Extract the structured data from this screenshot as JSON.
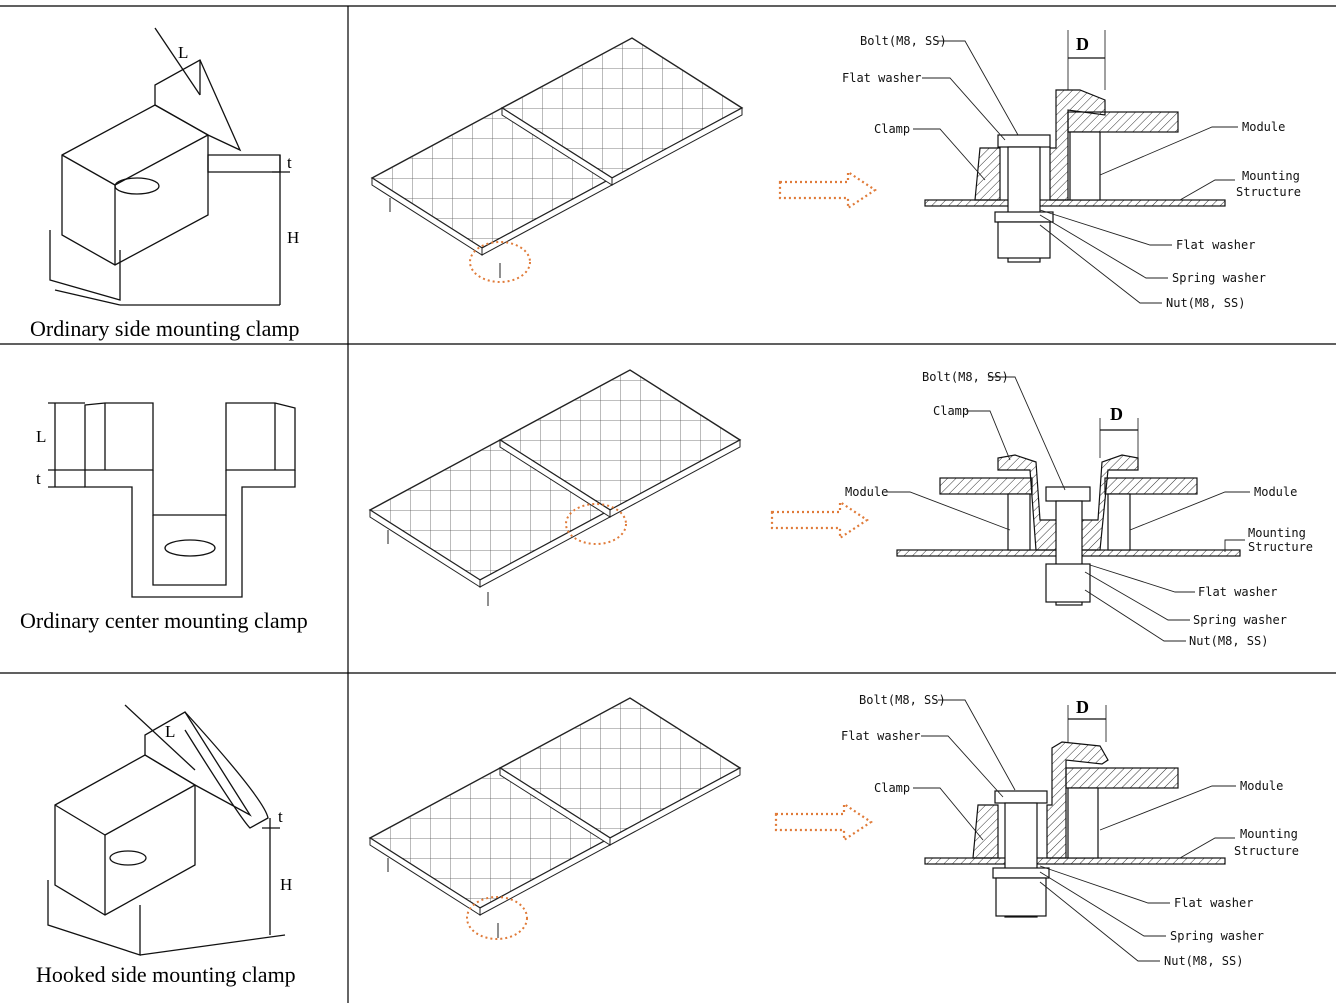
{
  "rows": [
    {
      "caption": "Ordinary side mounting clamp",
      "dims": {
        "L": "L",
        "t": "t",
        "H": "H",
        "D": "D"
      },
      "labels": {
        "bolt": "Bolt(M8, SS)",
        "flat_washer_top": "Flat washer",
        "clamp": "Clamp",
        "module": "Module",
        "mounting_1": "Mounting",
        "mounting_2": "Structure",
        "flat_washer": "Flat washer",
        "spring_washer": "Spring washer",
        "nut": "Nut(M8, SS)"
      }
    },
    {
      "caption": "Ordinary center mounting clamp",
      "dims": {
        "L": "L",
        "t": "t",
        "D": "D"
      },
      "labels": {
        "bolt": "Bolt(M8, SS)",
        "clamp": "Clamp",
        "module_left": "Module",
        "module_right": "Module",
        "mounting_1": "Mounting",
        "mounting_2": "Structure",
        "flat_washer": "Flat washer",
        "spring_washer": "Spring washer",
        "nut": "Nut(M8, SS)"
      }
    },
    {
      "caption": "Hooked side mounting clamp",
      "dims": {
        "L": "L",
        "t": "t",
        "H": "H",
        "D": "D"
      },
      "labels": {
        "bolt": "Bolt(M8, SS)",
        "flat_washer_top": "Flat washer",
        "clamp": "Clamp",
        "module": "Module",
        "mounting_1": "Mounting",
        "mounting_2": "Structure",
        "flat_washer": "Flat washer",
        "spring_washer": "Spring washer",
        "nut": "Nut(M8, SS)"
      }
    }
  ],
  "colors": {
    "arrow": "#e07b39",
    "line": "#111111"
  }
}
